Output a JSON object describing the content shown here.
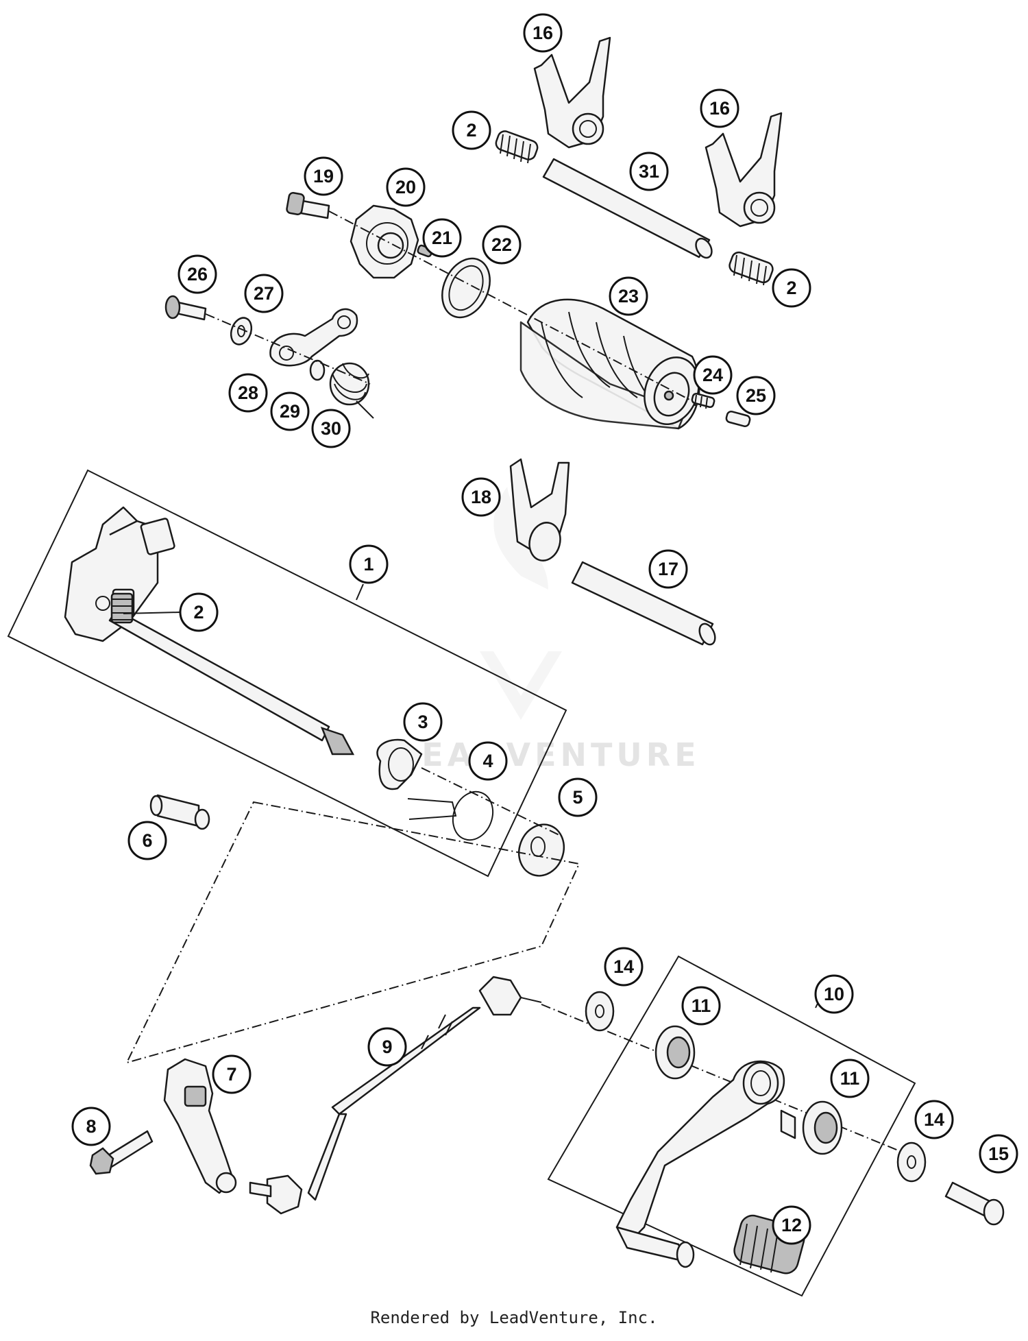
{
  "watermark": "LEADVENTURE",
  "footer": "Rendered by LeadVenture, Inc.",
  "callouts": {
    "c1": "1",
    "c2a": "2",
    "c2b": "2",
    "c2c": "2",
    "c3": "3",
    "c4": "4",
    "c5": "5",
    "c6": "6",
    "c7": "7",
    "c8": "8",
    "c9": "9",
    "c10": "10",
    "c11a": "11",
    "c11b": "11",
    "c12": "12",
    "c14a": "14",
    "c14b": "14",
    "c15": "15",
    "c16a": "16",
    "c16b": "16",
    "c17": "17",
    "c18": "18",
    "c19": "19",
    "c20": "20",
    "c21": "21",
    "c22": "22",
    "c23": "23",
    "c24": "24",
    "c25": "25",
    "c26": "26",
    "c27": "27",
    "c28": "28",
    "c29": "29",
    "c30": "30",
    "c31": "31"
  }
}
